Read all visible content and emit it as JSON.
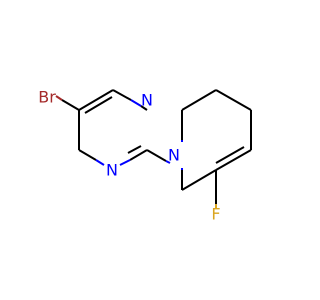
{
  "molecule": {
    "atoms": {
      "br": {
        "symbol": "Br",
        "color": "#a52a2a"
      },
      "n_pyrimidine_upper": {
        "symbol": "N",
        "color": "#0000ff"
      },
      "n_pyrimidine_lower": {
        "symbol": "N",
        "color": "#0000ff"
      },
      "n_ring": {
        "symbol": "N",
        "color": "#0000ff"
      },
      "f": {
        "symbol": "F",
        "color": "#daa520"
      }
    },
    "bond_color": "#000000"
  }
}
